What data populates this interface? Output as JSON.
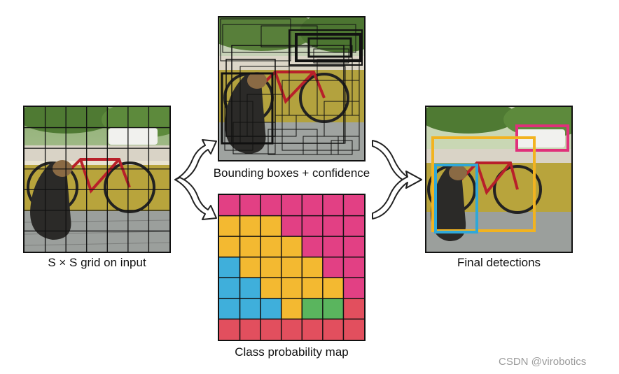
{
  "captions": {
    "input": "S × S grid on input",
    "boxes": "Bounding boxes + confidence",
    "probability": "Class probability map",
    "final": "Final detections"
  },
  "watermark": "CSDN @virobotics",
  "grid": {
    "size": 7
  },
  "class_colors": {
    "dog": "#2fa8d8",
    "bicycle": "#f2b320",
    "car": "#e0307a",
    "dining_table": "#4caf50",
    "background": "#e04050"
  },
  "class_map": [
    [
      "car",
      "car",
      "car",
      "car",
      "car",
      "car",
      "car"
    ],
    [
      "bicycle",
      "bicycle",
      "bicycle",
      "car",
      "car",
      "car",
      "car"
    ],
    [
      "bicycle",
      "bicycle",
      "bicycle",
      "bicycle",
      "car",
      "car",
      "car"
    ],
    [
      "dog",
      "bicycle",
      "bicycle",
      "bicycle",
      "bicycle",
      "car",
      "car"
    ],
    [
      "dog",
      "dog",
      "bicycle",
      "bicycle",
      "bicycle",
      "bicycle",
      "car"
    ],
    [
      "dog",
      "dog",
      "dog",
      "bicycle",
      "dining_table",
      "dining_table",
      "background"
    ],
    [
      "background",
      "background",
      "background",
      "background",
      "background",
      "background",
      "background"
    ]
  ],
  "detections": [
    {
      "color": "#e0307a"
    },
    {
      "color": "#f2b320"
    },
    {
      "color": "#2fa8d8"
    }
  ],
  "arrow_color": "#222222"
}
